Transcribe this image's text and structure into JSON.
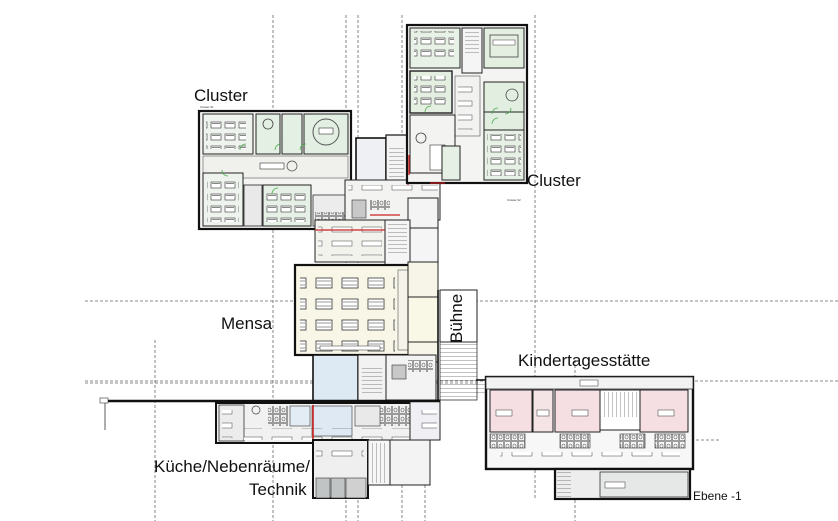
{
  "plan": {
    "level_label": "Ebene -1",
    "zones": [
      {
        "id": "cluster-west",
        "label": "Cluster",
        "sublabel": "Cluster 01"
      },
      {
        "id": "cluster-east",
        "label": "Cluster",
        "sublabel": "Cluster 02"
      },
      {
        "id": "mensa",
        "label": "Mensa"
      },
      {
        "id": "buehne",
        "label": "Bühne"
      },
      {
        "id": "kita",
        "label": "Kindertagesstätte"
      },
      {
        "id": "kueche",
        "label_line1": "Küche/Nebenräume/",
        "label_line2": "Technik"
      }
    ],
    "colors": {
      "wall": "#1a1a1a",
      "grid_line": "#555555",
      "cluster_room_fill": "#e6f0e3",
      "mensa_fill": "#f7f5e4",
      "kita_room_fill": "#f6dfe3",
      "kitchen_fill": "#dde9f2",
      "service_fill": "#e9e9e9",
      "stair_fill": "#cfcfcf",
      "fire_door": "#cc2222",
      "furniture_green": "#44aa44"
    }
  }
}
